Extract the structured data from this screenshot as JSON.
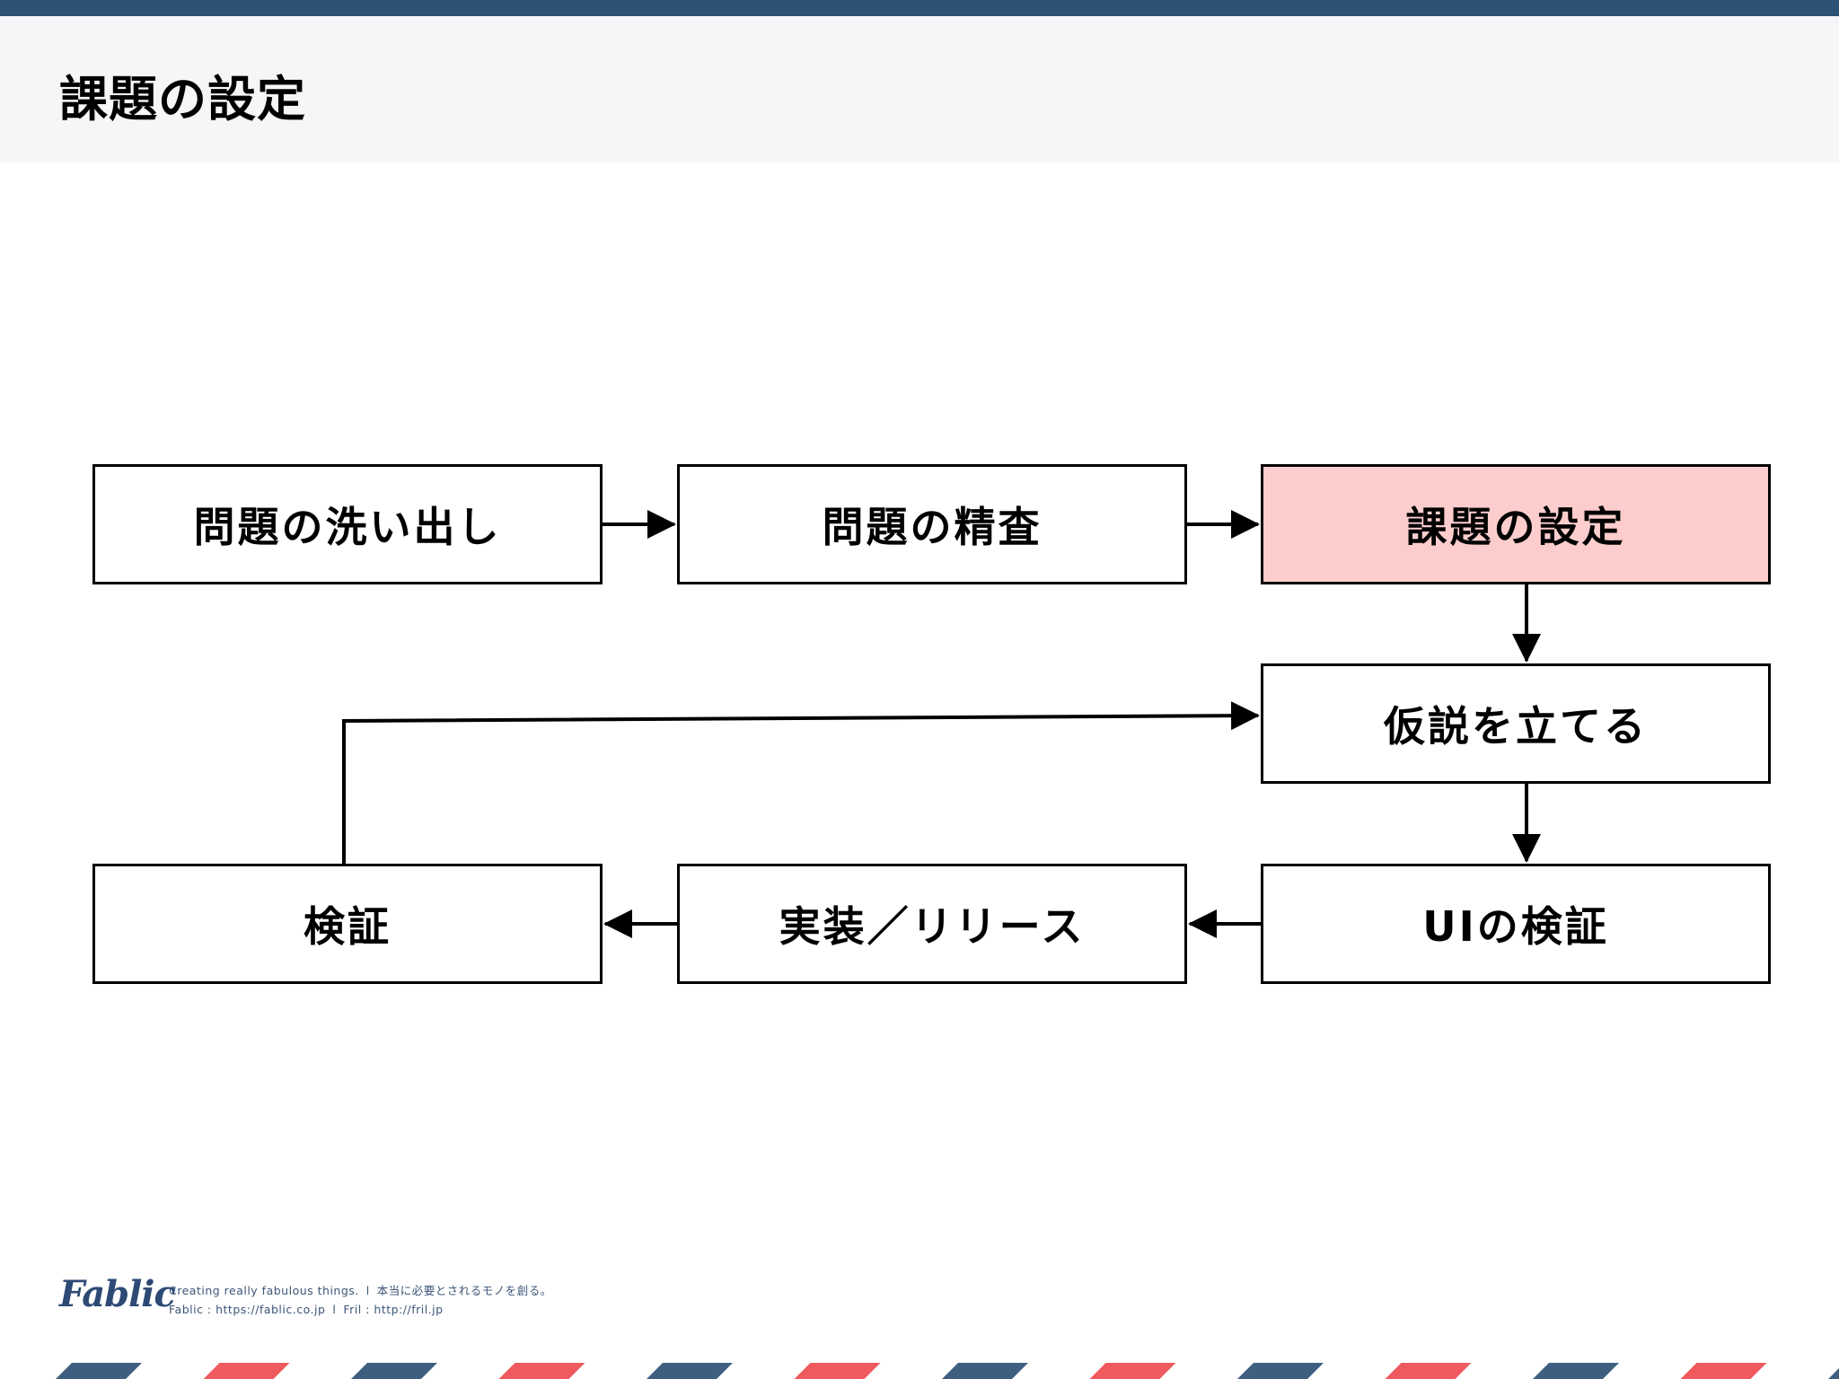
{
  "header": {
    "title": "課題の設定"
  },
  "flow": {
    "nodes": [
      {
        "id": "n1",
        "label": "問題の洗い出し",
        "highlighted": false
      },
      {
        "id": "n2",
        "label": "問題の精査",
        "highlighted": false
      },
      {
        "id": "n3",
        "label": "課題の設定",
        "highlighted": true
      },
      {
        "id": "n4",
        "label": "仮説を立てる",
        "highlighted": false
      },
      {
        "id": "n5",
        "label": "UIの検証",
        "highlighted": false
      },
      {
        "id": "n6",
        "label": "実装／リリース",
        "highlighted": false
      },
      {
        "id": "n7",
        "label": "検証",
        "highlighted": false
      }
    ],
    "edges": [
      {
        "from": "n1",
        "to": "n2"
      },
      {
        "from": "n2",
        "to": "n3"
      },
      {
        "from": "n3",
        "to": "n4"
      },
      {
        "from": "n4",
        "to": "n5"
      },
      {
        "from": "n5",
        "to": "n6"
      },
      {
        "from": "n6",
        "to": "n7"
      },
      {
        "from": "n7",
        "to": "n4"
      }
    ],
    "highlight_color": "#fdcdcd"
  },
  "footer": {
    "logo": "Fablic",
    "tagline_en": "Creating really fabulous things.",
    "divider": "l",
    "tagline_ja": "本当に必要とされるモノを創る。",
    "link_fablic": "Fablic : https://fablic.co.jp",
    "link_fril": "Fril : http://fril.jp"
  },
  "colors": {
    "brand_navy": "#2d5275",
    "stripe_red": "#ef5a5e",
    "stripe_blue": "#3e5f80",
    "header_bg": "#f6f5f7"
  }
}
